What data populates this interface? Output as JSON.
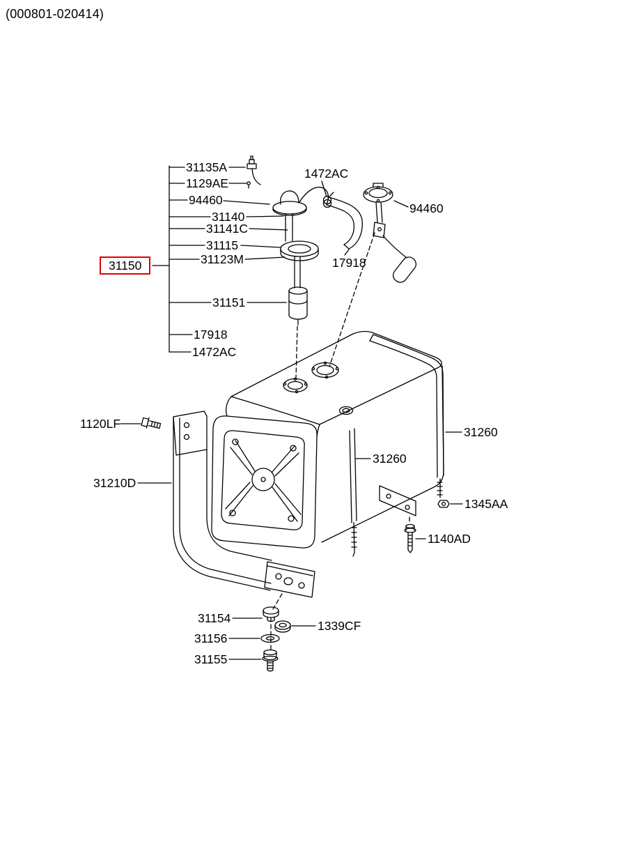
{
  "header": {
    "code_range": "(000801-020414)"
  },
  "colors": {
    "highlight": "#e10000",
    "line": "#000000",
    "background": "#ffffff"
  },
  "diagram": {
    "type": "exploded-parts-diagram",
    "subject": "fuel tank and fuel pump assembly",
    "highlighted_part": "31150"
  },
  "labels": {
    "p31135A": "31135A",
    "p1129AE": "1129AE",
    "p94460_top": "94460",
    "p1472AC_top": "1472AC",
    "p31140": "31140",
    "p31141C": "31141C",
    "p94460_right": "94460",
    "p31115": "31115",
    "p31123M": "31123M",
    "p31150": "31150",
    "p17918_mid": "17918",
    "p31151": "31151",
    "p17918_grp": "17918",
    "p1472AC_grp": "1472AC",
    "p1120LF": "1120LF",
    "p31260_right": "31260",
    "p31260_mid": "31260",
    "p31210D": "31210D",
    "p1345AA": "1345AA",
    "p1140AD": "1140AD",
    "p31154": "31154",
    "p1339CF": "1339CF",
    "p31156": "31156",
    "p31155": "31155"
  }
}
